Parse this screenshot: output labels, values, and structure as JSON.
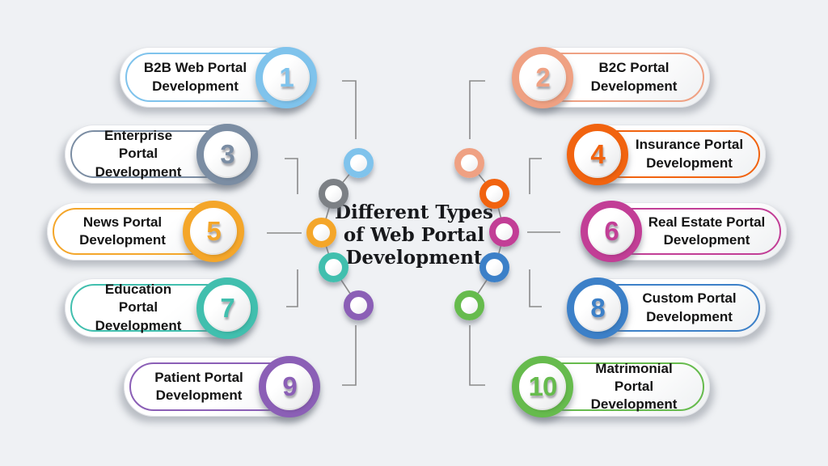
{
  "page": {
    "background_color": "#eff1f4",
    "connector_color": "#8a8a8a"
  },
  "title": {
    "lines": [
      "Different Types",
      "of Web Portal",
      "Development"
    ],
    "full_text": "Different Types of Web Portal Development",
    "color": "#17181b"
  },
  "items": [
    {
      "number": "1",
      "title": "B2B Web Portal Development",
      "color": "#7fc3ec",
      "node_color": "#7fc3ec",
      "side": "left"
    },
    {
      "number": "2",
      "title": "B2C Portal Development",
      "color": "#efa183",
      "node_color": "#efa183",
      "side": "right"
    },
    {
      "number": "3",
      "title": "Enterprise Portal Development",
      "color": "#7b8da3",
      "node_color": "#7c8085",
      "side": "left"
    },
    {
      "number": "4",
      "title": "Insurance Portal Development",
      "color": "#f1630f",
      "node_color": "#f1630f",
      "side": "right"
    },
    {
      "number": "5",
      "title": "News Portal Development",
      "color": "#f4a62a",
      "node_color": "#f4a62a",
      "side": "left"
    },
    {
      "number": "6",
      "title": "Real Estate Portal Development",
      "color": "#c23e96",
      "node_color": "#c23e96",
      "side": "right"
    },
    {
      "number": "7",
      "title": "Education Portal Development",
      "color": "#41bfae",
      "node_color": "#41bfae",
      "side": "left"
    },
    {
      "number": "8",
      "title": "Custom Portal Development",
      "color": "#3c80c8",
      "node_color": "#3c80c8",
      "side": "right"
    },
    {
      "number": "9",
      "title": "Patient Portal Development",
      "color": "#8b5fb6",
      "node_color": "#8b5fb6",
      "side": "left"
    },
    {
      "number": "10",
      "title": "Matrimonial Portal Development",
      "color": "#66bb4d",
      "node_color": "#66bb4d",
      "side": "right"
    }
  ]
}
